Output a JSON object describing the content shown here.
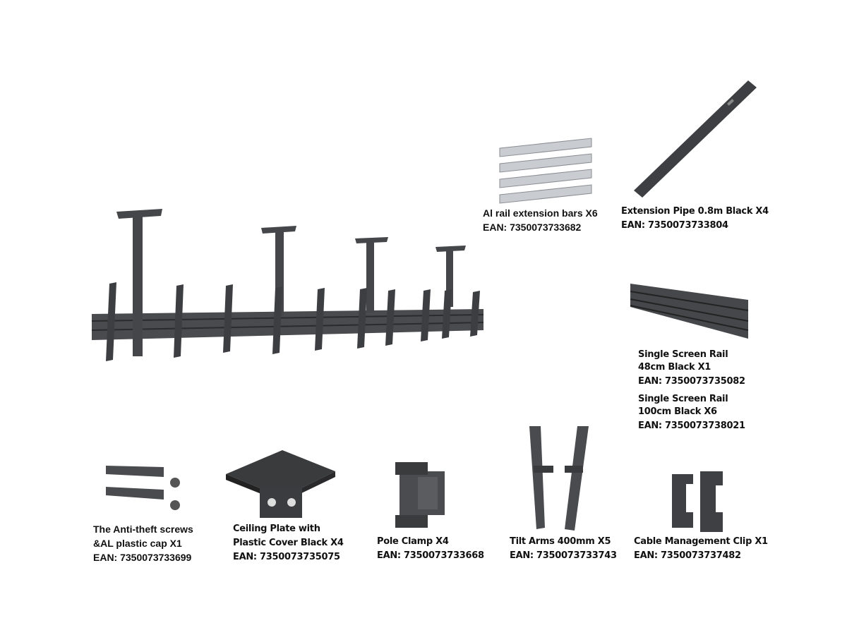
{
  "components": [
    {
      "id": "anti-theft",
      "name_lines": [
        "The Anti-theft screws",
        "&AL plastic cap X1"
      ],
      "ean": "EAN: 7350073733699"
    },
    {
      "id": "ceiling-plate",
      "name_lines": [
        "Ceiling Plate with",
        "Plastic Cover Black X4"
      ],
      "ean": "EAN: 7350073735075"
    },
    {
      "id": "pole-clamp",
      "name_lines": [
        "Pole Clamp X4"
      ],
      "ean": "EAN: 7350073733668"
    },
    {
      "id": "tilt-arms",
      "name_lines": [
        "Tilt Arms 400mm X5"
      ],
      "ean": "EAN: 7350073733743"
    },
    {
      "id": "cable-clip",
      "name_lines": [
        "Cable Management Clip X1"
      ],
      "ean": "EAN: 7350073737482"
    },
    {
      "id": "al-rail-bars",
      "name_lines": [
        "Al rail extension bars X6"
      ],
      "ean": "EAN: 7350073733682"
    },
    {
      "id": "extension-pipe",
      "name_lines": [
        "Extension Pipe 0.8m Black X4"
      ],
      "ean": "EAN: 7350073733804"
    },
    {
      "id": "rail-48",
      "name_lines": [
        "Single Screen Rail",
        "48cm Black X1"
      ],
      "ean": "EAN: 7350073735082"
    },
    {
      "id": "rail-100",
      "name_lines": [
        "Single Screen Rail",
        "100cm Black X6"
      ],
      "ean": "EAN: 7350073738021"
    }
  ],
  "colors": {
    "metal_dark": "#3a3b3d",
    "metal_mid": "#55575a",
    "aluminium": "#c9ccd0",
    "text": "#111111"
  }
}
